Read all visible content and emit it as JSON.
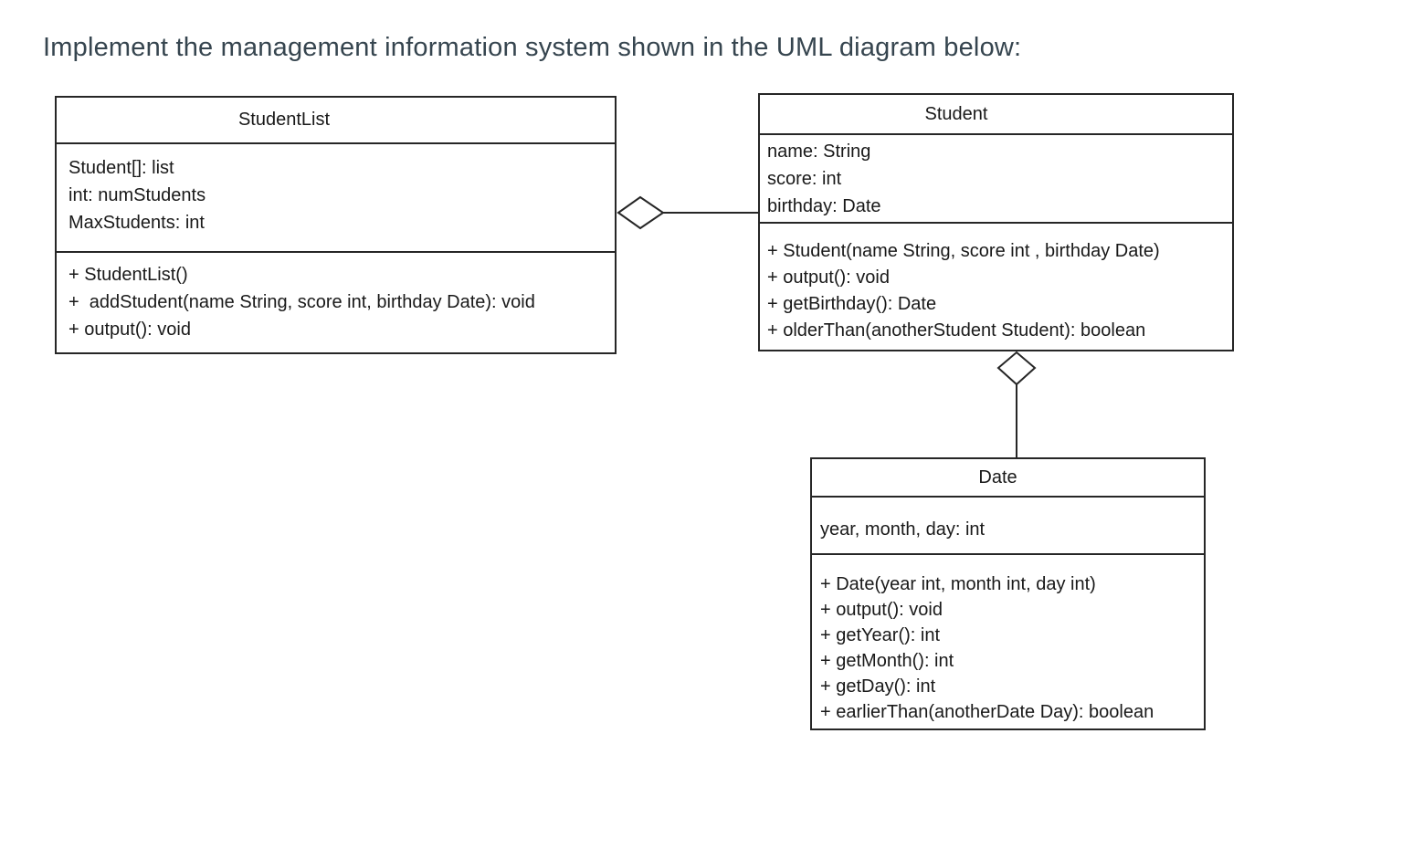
{
  "heading": {
    "text": "Implement the management information system shown in the UML diagram below:"
  },
  "colors": {
    "heading_text": "#36454f",
    "box_text": "#191919",
    "line": "#262626",
    "diamond_fill": "#ffffff",
    "background": "#ffffff"
  },
  "classes": [
    {
      "title": "StudentList",
      "attributes": [
        "Student[]: list",
        "int: numStudents",
        "MaxStudents: int"
      ],
      "methods": [
        "+ StudentList()",
        "+  addStudent(name String, score int, birthday Date): void",
        "+ output(): void"
      ]
    },
    {
      "title": "Student",
      "attributes": [
        "name: String",
        "score: int",
        "birthday: Date"
      ],
      "methods": [
        "+ Student(name String, score int , birthday Date)",
        "+ output(): void",
        "+ getBirthday(): Date",
        "+ olderThan(anotherStudent Student): boolean"
      ]
    },
    {
      "title": "Date",
      "attributes": [
        "year, month, day: int"
      ],
      "methods": [
        "+ Date(year int, month int, day int)",
        "+ output(): void",
        "+ getYear(): int",
        "+ getMonth(): int",
        "+ getDay(): int",
        "+ earlierThan(anotherDate Day): boolean"
      ]
    }
  ],
  "relationships": [
    {
      "type": "aggregation",
      "owner": "StudentList",
      "part": "Student"
    },
    {
      "type": "aggregation",
      "owner": "Student",
      "part": "Date"
    }
  ]
}
